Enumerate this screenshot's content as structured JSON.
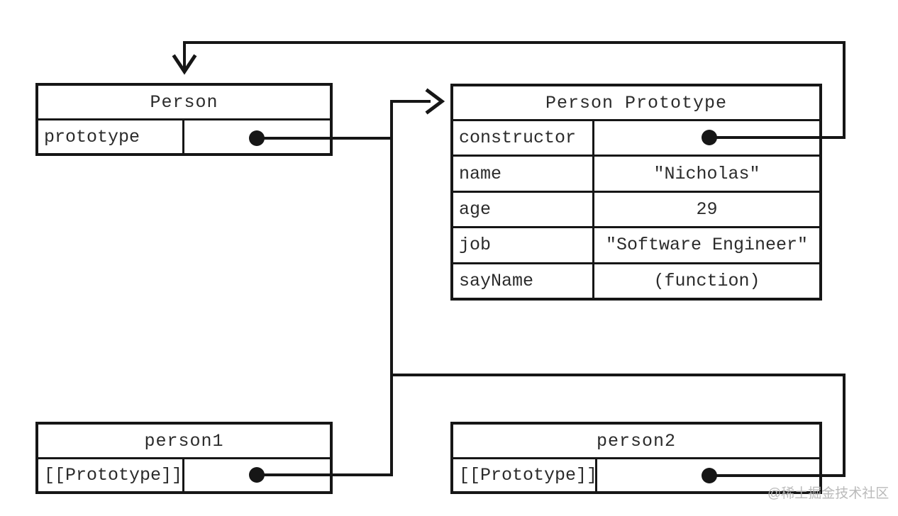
{
  "diagram": {
    "title": "JavaScript prototype pattern object relationships",
    "colors": {
      "background": "#ffffff",
      "line": "#161616",
      "text": "#2b2b2b",
      "watermark": "#b3b3b3"
    },
    "boxes": {
      "person": {
        "title": "Person",
        "rows": [
          {
            "key": "prototype",
            "value": "",
            "pointer": true
          }
        ]
      },
      "person_prototype": {
        "title": "Person Prototype",
        "rows": [
          {
            "key": "constructor",
            "value": "",
            "pointer": true
          },
          {
            "key": "name",
            "value": "\"Nicholas\""
          },
          {
            "key": "age",
            "value": "29"
          },
          {
            "key": "job",
            "value": "\"Software Engineer\""
          },
          {
            "key": "sayName",
            "value": "(function)"
          }
        ]
      },
      "person1": {
        "title": "person1",
        "rows": [
          {
            "key": "[[Prototype]]",
            "value": "",
            "pointer": true
          }
        ]
      },
      "person2": {
        "title": "person2",
        "rows": [
          {
            "key": "[[Prototype]]",
            "value": "",
            "pointer": true
          }
        ]
      }
    },
    "connections": [
      {
        "from": "Person.prototype",
        "to": "Person Prototype"
      },
      {
        "from": "Person Prototype.constructor",
        "to": "Person"
      },
      {
        "from": "person1.[[Prototype]]",
        "to": "Person Prototype"
      },
      {
        "from": "person2.[[Prototype]]",
        "to": "Person Prototype"
      }
    ],
    "watermark": {
      "text": "@稀土掘金技术社区"
    }
  }
}
